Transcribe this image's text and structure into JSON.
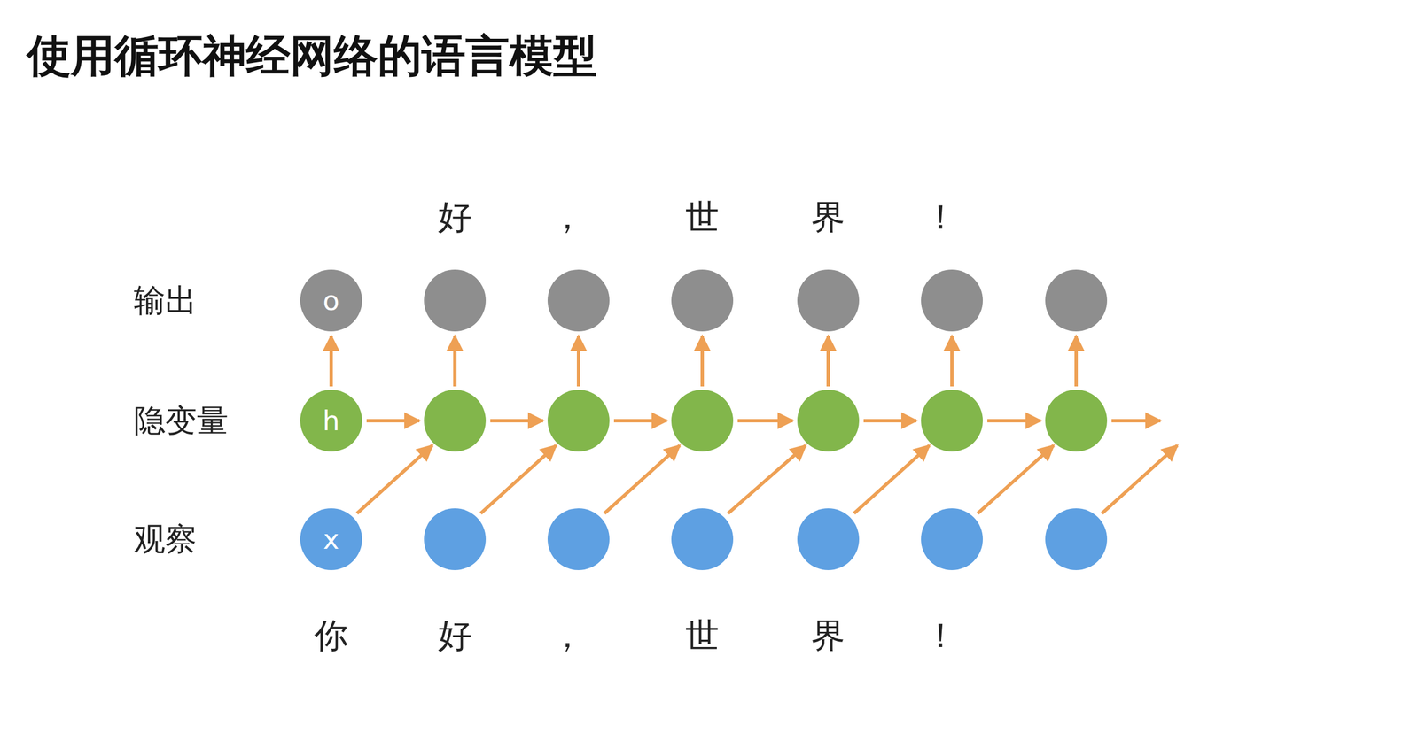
{
  "diagram": {
    "title": "使用循环神经网络的语言模型",
    "nodes": [
      {
        "text": [
          "o"
        ]
      },
      {
        "text": [
          "h"
        ]
      },
      {
        "text": [
          "x"
        ]
      }
    ],
    "edges": [
      {
        "from": 1,
        "to": 0,
        "arrow": "to"
      }
    ],
    "labels": [
      "输出",
      "隐变量",
      "观察",
      "好",
      "，",
      "世",
      "界",
      "！",
      "你",
      "好",
      "，",
      "世",
      "界",
      "！"
    ]
  }
}
